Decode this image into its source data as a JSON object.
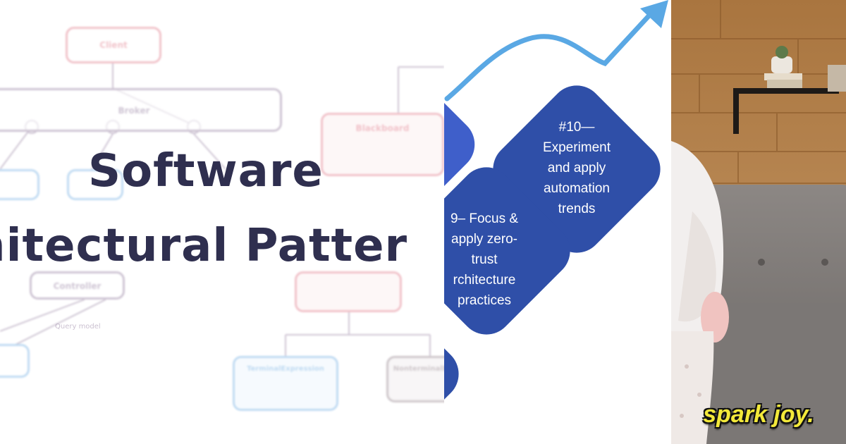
{
  "left_panel": {
    "diagram": {
      "client_label": "Client",
      "broker_label": "Broker",
      "blackboard_label": "Blackboard",
      "controller_label": "Controller",
      "terminal_label": "TerminalExpression",
      "nonterminal_label": "NonterminalExp",
      "query_label": "Query model"
    },
    "title_line_1": "Software",
    "title_line_2": "hitectural Patter"
  },
  "middle_panel": {
    "item_10": [
      "#10—",
      "Experiment",
      "and apply",
      "automation",
      "trends"
    ],
    "item_9": [
      "9– Focus &",
      "apply zero-",
      "trust",
      "rchitecture",
      "practices"
    ],
    "diamond_color": "#2f4fa8",
    "arrow_color": "#5aa8e4"
  },
  "right_panel": {
    "caption": "spark joy."
  }
}
